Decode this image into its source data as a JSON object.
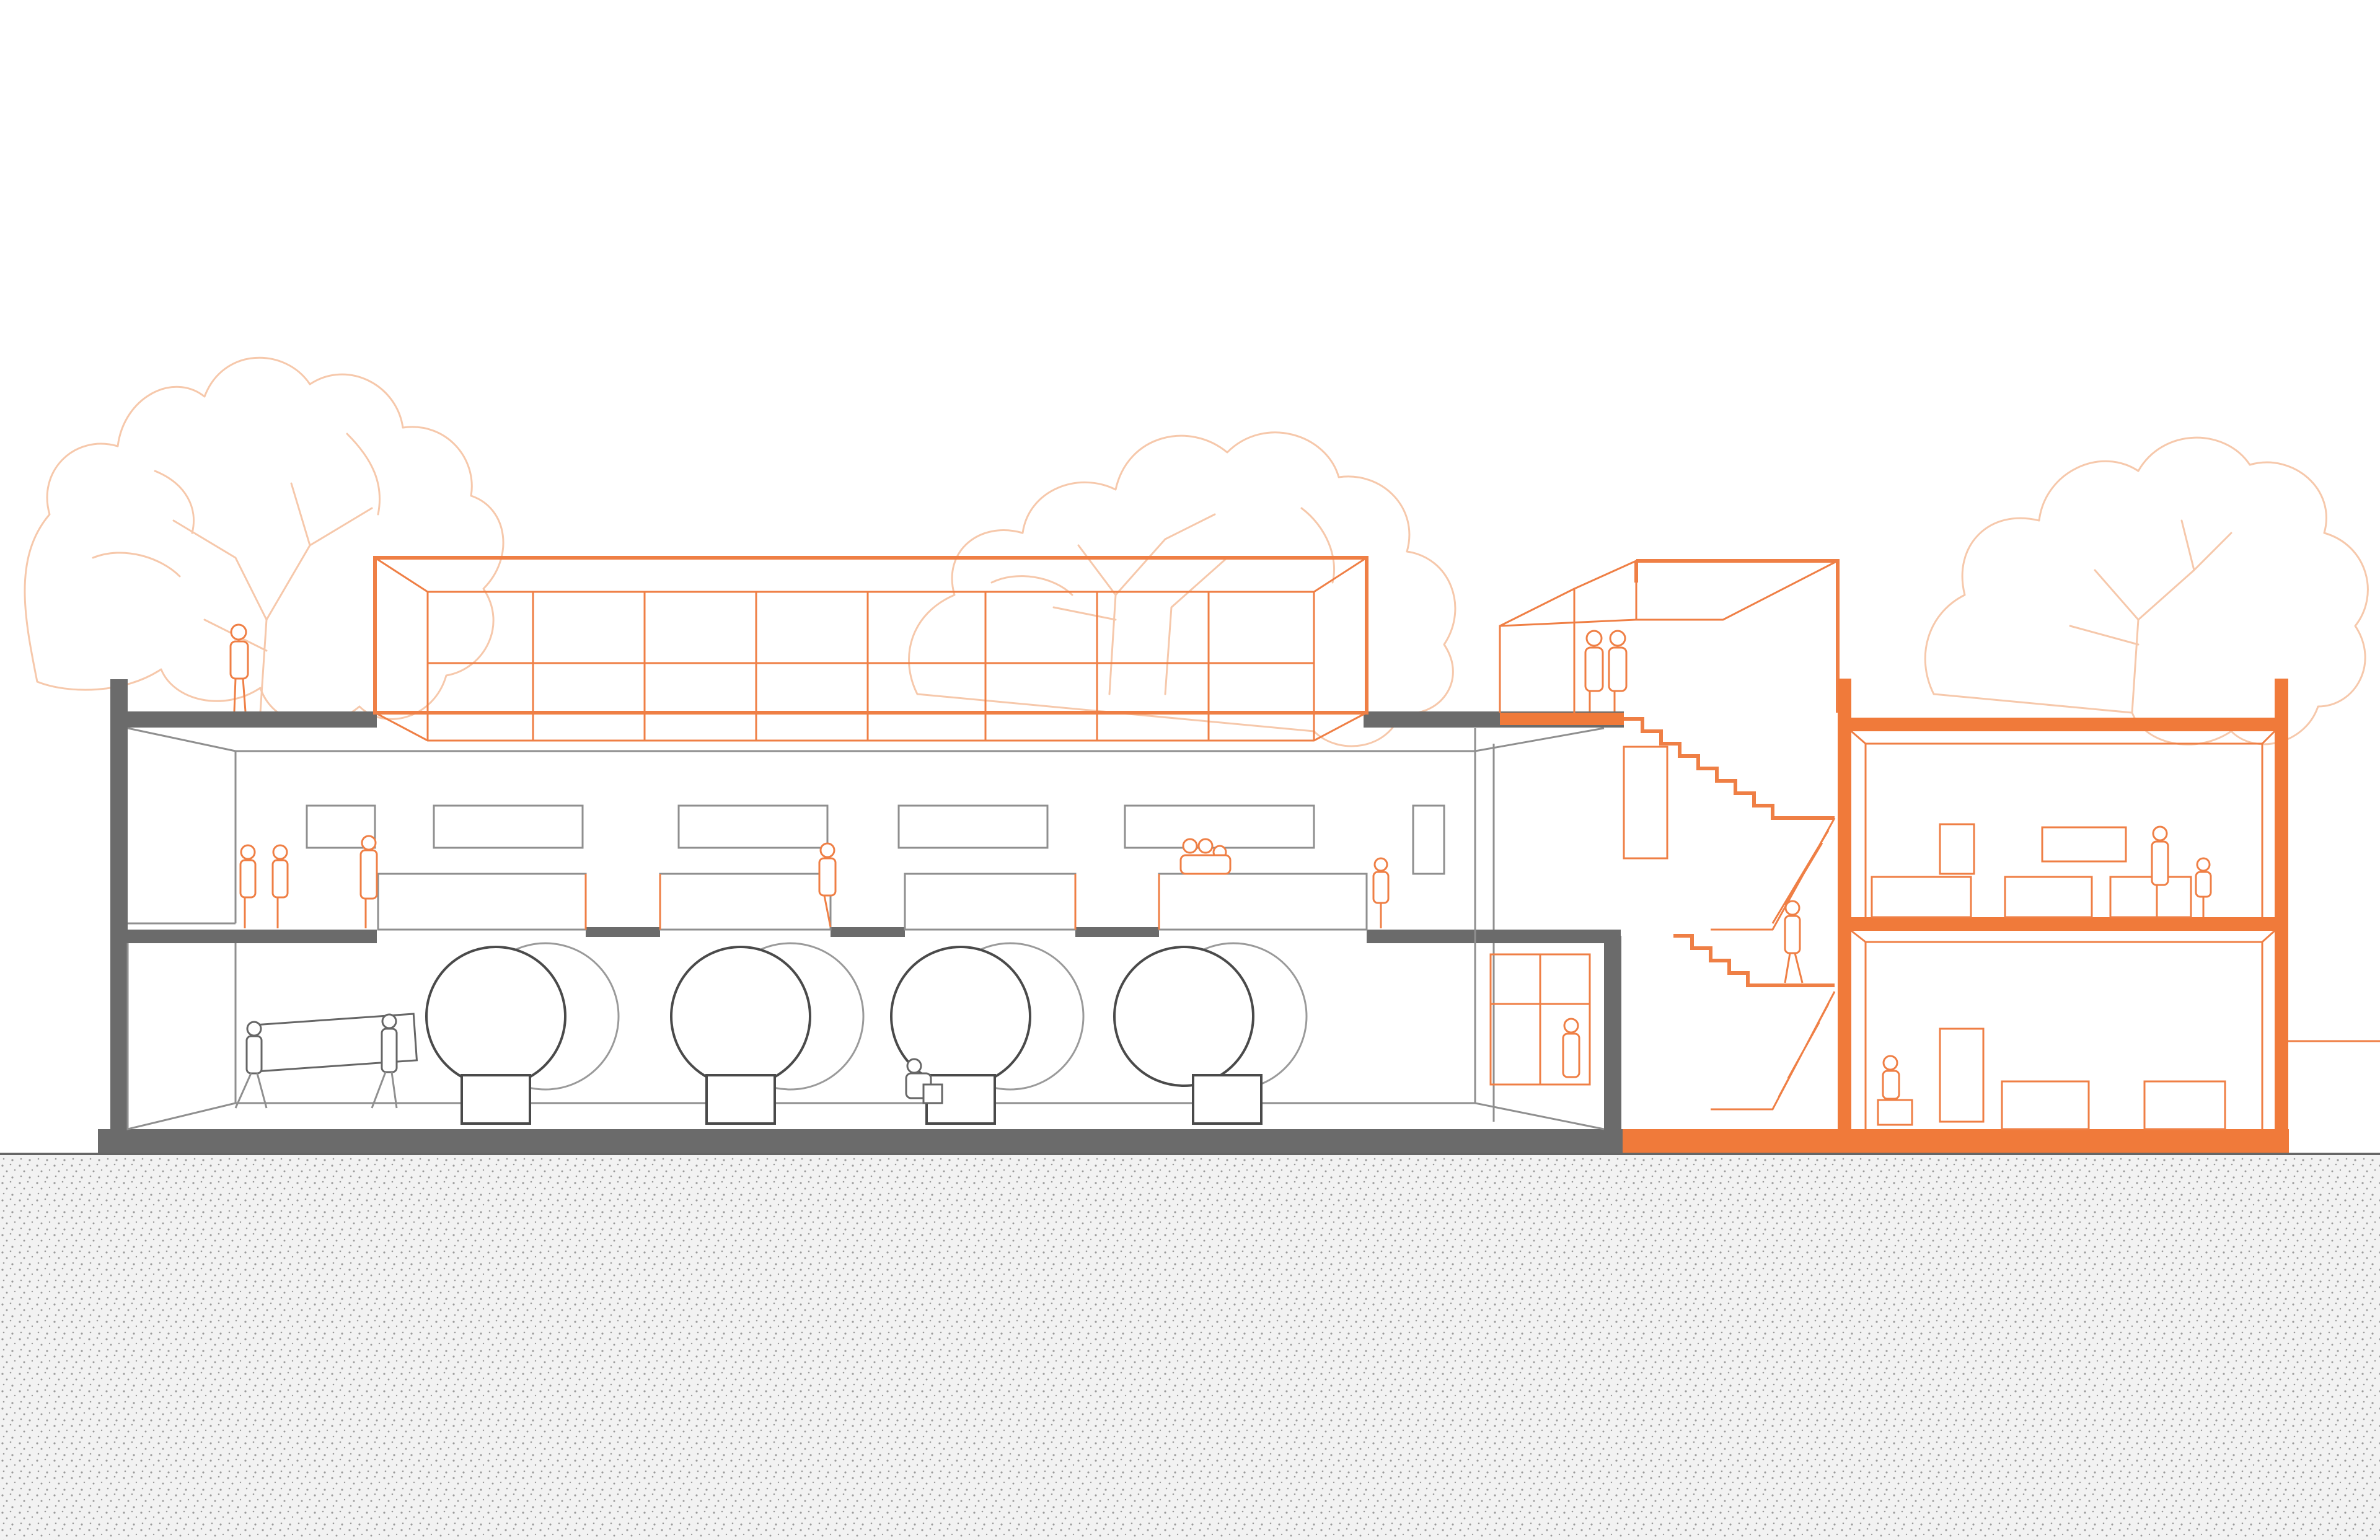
{
  "drawing": {
    "type": "architectural-section",
    "colors": {
      "background": "#ffffff",
      "existing_structure": "#6b6b6b",
      "new_structure": "#f07a3a",
      "tree_outline": "#f6c8ab",
      "ground_fill": "#e9e9e9",
      "ground_stipple": "#9a9a9a"
    },
    "elements": {
      "trees": 4,
      "storage_tanks": 4,
      "stair_flights": 3
    }
  }
}
